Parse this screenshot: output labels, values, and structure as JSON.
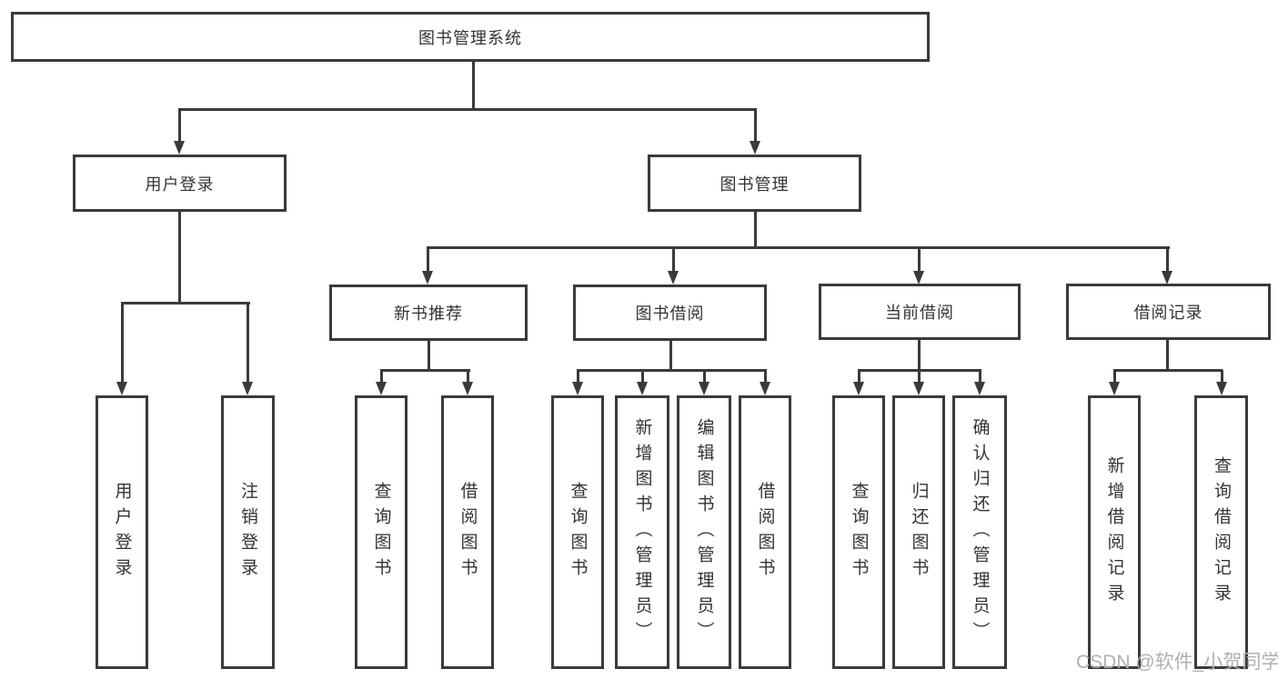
{
  "diagram": {
    "root": "图书管理系统",
    "branches": [
      {
        "label": "用户登录",
        "children": [
          {
            "label": "用户登录"
          },
          {
            "label": "注销登录"
          }
        ]
      },
      {
        "label": "图书管理",
        "children": [
          {
            "label": "新书推荐",
            "children": [
              {
                "label": "查询图书"
              },
              {
                "label": "借阅图书"
              }
            ]
          },
          {
            "label": "图书借阅",
            "children": [
              {
                "label": "查询图书"
              },
              {
                "label": "新增图书（管理员）"
              },
              {
                "label": "编辑图书（管理员）"
              },
              {
                "label": "借阅图书"
              }
            ]
          },
          {
            "label": "当前借阅",
            "children": [
              {
                "label": "查询图书"
              },
              {
                "label": "归还图书"
              },
              {
                "label": "确认归还（管理员）"
              }
            ]
          },
          {
            "label": "借阅记录",
            "children": [
              {
                "label": "新增借阅记录"
              },
              {
                "label": "查询借阅记录"
              }
            ]
          }
        ]
      }
    ]
  },
  "watermark": "CSDN @软件_小贺同学",
  "colors": {
    "line": "#3a3a3a",
    "text": "#333333",
    "background": "#ffffff",
    "watermark": "#b0b0b0"
  }
}
